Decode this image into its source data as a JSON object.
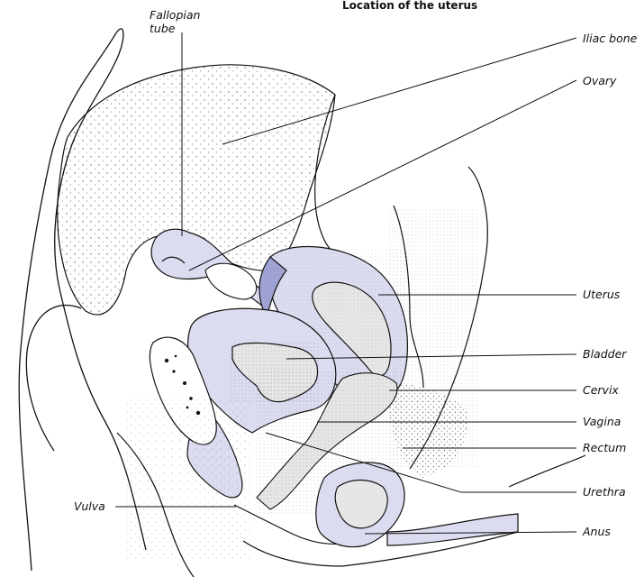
{
  "title": "Location of the uterus",
  "labels": {
    "fallopian_tube_line1": "Fallopian",
    "fallopian_tube_line2": "tube",
    "iliac_bone": "Iliac bone",
    "ovary": "Ovary",
    "uterus": "Uterus",
    "bladder": "Bladder",
    "cervix": "Cervix",
    "vagina": "Vagina",
    "rectum": "Rectum",
    "urethra": "Urethra",
    "anus": "Anus",
    "vulva": "Vulva"
  },
  "colors": {
    "organ_fill": "#dcdcf0",
    "organ_dark": "#9fa3d4",
    "inner_gray": "#e6e6e6",
    "line": "#111111",
    "stipple": "#555555"
  }
}
